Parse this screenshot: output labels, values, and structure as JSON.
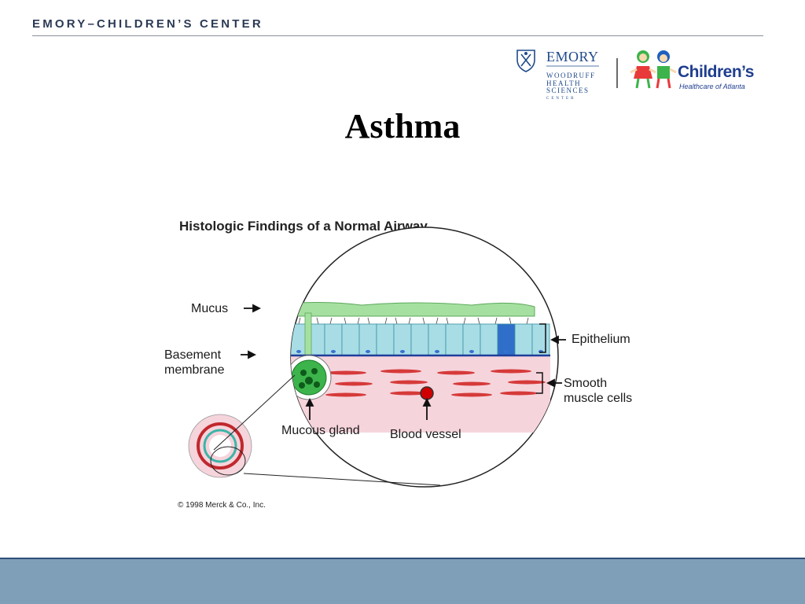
{
  "header": {
    "text": "EMORY–CHILDREN’S CENTER"
  },
  "logos": {
    "emory": {
      "name": "EMORY",
      "sub_line1": "WOODRUFF",
      "sub_line2": "HEALTH",
      "sub_line3": "SCIENCES",
      "sub_line4": "CENTER"
    },
    "childrens": {
      "name": "Children’s",
      "tagline": "Healthcare of Atlanta"
    }
  },
  "slide": {
    "title": "Asthma"
  },
  "figure": {
    "title": "Histologic Findings of a Normal Airway",
    "labels": {
      "mucus": "Mucus",
      "basement_line1": "Basement",
      "basement_line2": "membrane",
      "epithelium": "Epithelium",
      "smooth_line1": "Smooth",
      "smooth_line2": "muscle cells",
      "mucous_gland": "Mucous gland",
      "blood_vessel": "Blood vessel"
    },
    "copyright": "© 1998 Merck & Co., Inc."
  },
  "colors": {
    "header_text": "#2b3a55",
    "footer_band": "#7f9fb8",
    "epithelium": "#a8dde6",
    "mucus": "#a6e0a0",
    "tissue": "#f6d4dc",
    "muscle": "#d63a3a",
    "basement": "#1f3f9a"
  }
}
